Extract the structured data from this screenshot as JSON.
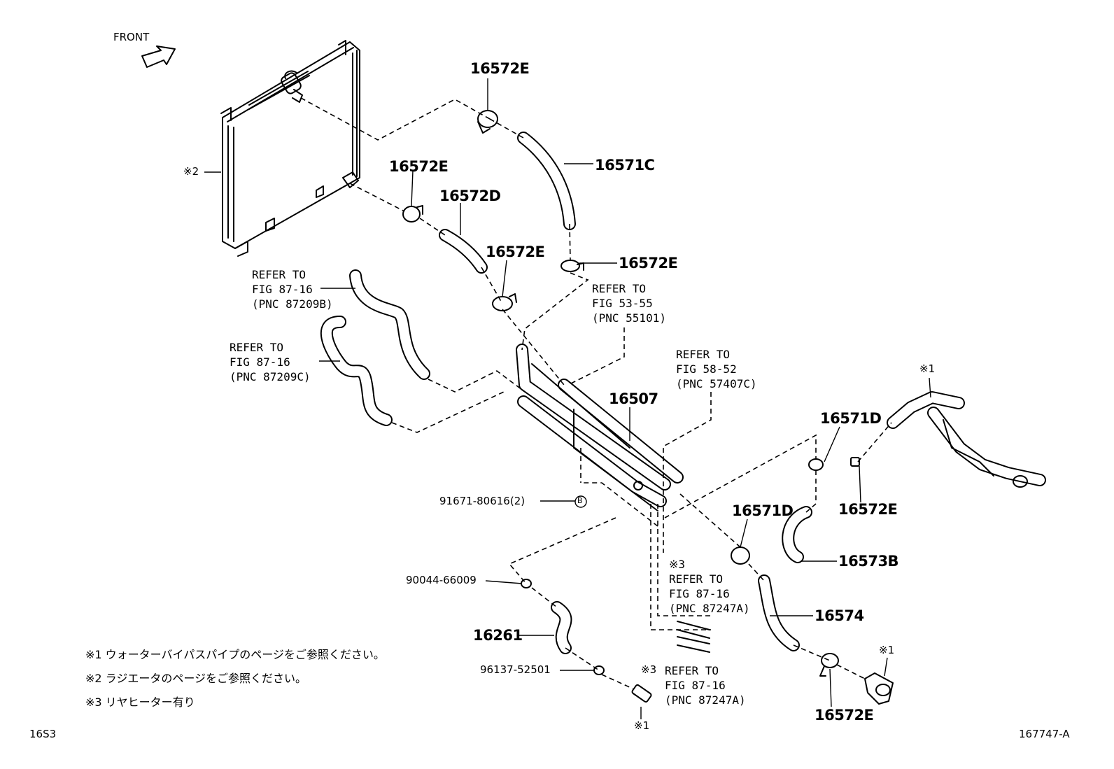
{
  "orientation": {
    "label": "FRONT",
    "icon": "arrow-icon"
  },
  "callouts": {
    "c1": "16572E",
    "c2": "16571C",
    "c3": "16572E",
    "c4": "16572D",
    "c5": "16572E",
    "c6": "16572E",
    "c7": "16507",
    "c8": "16571D",
    "c9": "16572E",
    "c10": "16571D",
    "c11": "16573B",
    "c12": "16574",
    "c13": "16572E",
    "c14": "16261",
    "c15": "91671-80616(2)",
    "c16": "90044-66009",
    "c17": "96137-52501"
  },
  "references": {
    "r1": "REFER TO\nFIG 87-16\n(PNC 87209B)",
    "r2": "REFER TO\nFIG 87-16\n(PNC 87209C)",
    "r3": "REFER TO\nFIG 53-55\n(PNC 55101)",
    "r4": "REFER TO\nFIG 58-52\n(PNC 57407C)",
    "r5": "※3\nREFER TO\nFIG 87-16\n(PNC 87247A)",
    "r6_mark": "※3",
    "r6": "REFER TO\nFIG 87-16\n(PNC 87247A)"
  },
  "marks": {
    "m1": "※1",
    "m2": "※1",
    "m3": "※1",
    "m4": "※2",
    "b": "B"
  },
  "notes": [
    "※1 ウォーターバイパスパイプのページをご参照ください。",
    "※2 ラジエータのページをご参照ください。",
    "※3 リヤヒーター有り"
  ],
  "footer": {
    "left": "16S3",
    "right": "167747-A"
  }
}
